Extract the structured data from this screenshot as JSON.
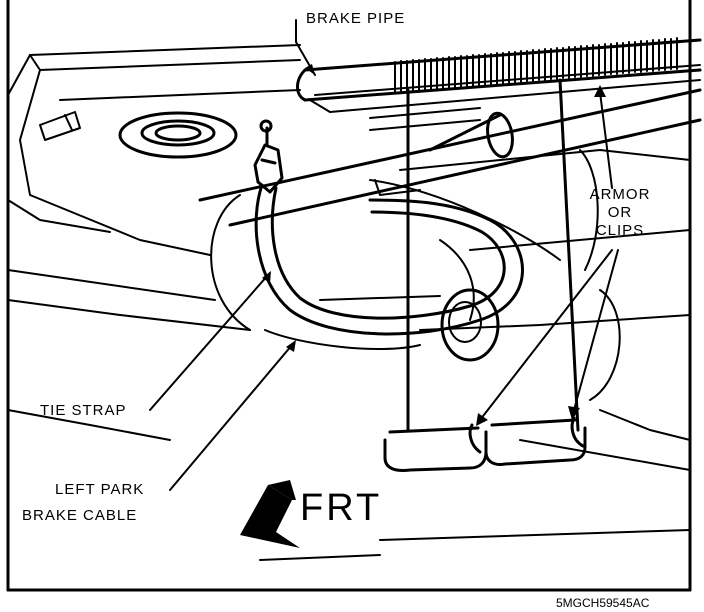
{
  "labels": {
    "brake_pipe": "BRAKE PIPE",
    "armor_or_clips": [
      "ARMOR",
      "OR",
      "CLIPS"
    ],
    "tie_strap": "TIE STRAP",
    "left_park_brake_cable": [
      "LEFT PARK",
      "BRAKE CABLE"
    ],
    "frt": "FRT"
  },
  "figure_code": "5MGCH59545AC",
  "colors": {
    "ink": "#000000",
    "paper": "#ffffff"
  },
  "icons": {
    "direction": "front-arrow-icon"
  }
}
